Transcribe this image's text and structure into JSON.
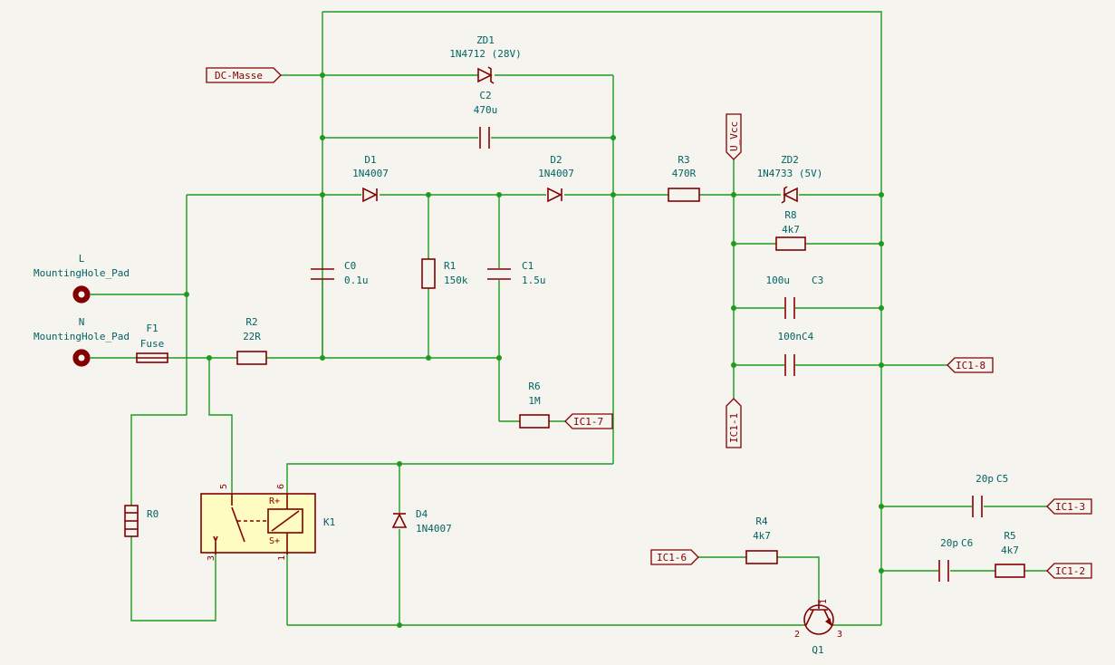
{
  "components": {
    "zd1": {
      "ref": "ZD1",
      "value": "1N4712 (28V)"
    },
    "c2": {
      "ref": "C2",
      "value": "470u"
    },
    "d1": {
      "ref": "D1",
      "value": "1N4007"
    },
    "d2": {
      "ref": "D2",
      "value": "1N4007"
    },
    "r3": {
      "ref": "R3",
      "value": "470R"
    },
    "zd2": {
      "ref": "ZD2",
      "value": "1N4733 (5V)"
    },
    "r8": {
      "ref": "R8",
      "value": "4k7"
    },
    "c3": {
      "ref": "C3",
      "value": "100u"
    },
    "c4": {
      "ref": "C4",
      "value": "100n"
    },
    "c0": {
      "ref": "C0",
      "value": "0.1u"
    },
    "r1": {
      "ref": "R1",
      "value": "150k"
    },
    "c1": {
      "ref": "C1",
      "value": "1.5u"
    },
    "mh_l": {
      "ref": "L",
      "value": "MountingHole_Pad"
    },
    "mh_n": {
      "ref": "N",
      "value": "MountingHole_Pad"
    },
    "f1": {
      "ref": "F1",
      "value": "Fuse"
    },
    "r2": {
      "ref": "R2",
      "value": "22R"
    },
    "r6": {
      "ref": "R6",
      "value": "1M"
    },
    "r0": {
      "ref": "R0",
      "value": ""
    },
    "k1": {
      "ref": "K1",
      "value": ""
    },
    "d4": {
      "ref": "D4",
      "value": "1N4007"
    },
    "r4": {
      "ref": "R4",
      "value": "4k7"
    },
    "q1": {
      "ref": "Q1",
      "value": ""
    },
    "c5": {
      "ref": "C5",
      "value": "20p"
    },
    "c6": {
      "ref": "C6",
      "value": "20p"
    },
    "r5": {
      "ref": "R5",
      "value": "4k7"
    }
  },
  "net_labels": {
    "dc_masse": "DC-Masse",
    "u_vcc": "U_Vcc",
    "ic1_1": "IC1-1",
    "ic1_2": "IC1-2",
    "ic1_3": "IC1-3",
    "ic1_6": "IC1-6",
    "ic1_7": "IC1-7",
    "ic1_8": "IC1-8"
  },
  "pins": {
    "k1_5": "5",
    "k1_6": "6",
    "k1_3": "3",
    "k1_1": "1",
    "k1_rplus": "R+",
    "k1_splus": "S+",
    "q1_1": "1",
    "q1_2": "2",
    "q1_3": "3"
  },
  "colors": {
    "wire": "#1e9a1e",
    "symbol": "#840000",
    "text": "#006464",
    "background": "#f5f4ef",
    "symbol_fill": "#fffcc1"
  }
}
